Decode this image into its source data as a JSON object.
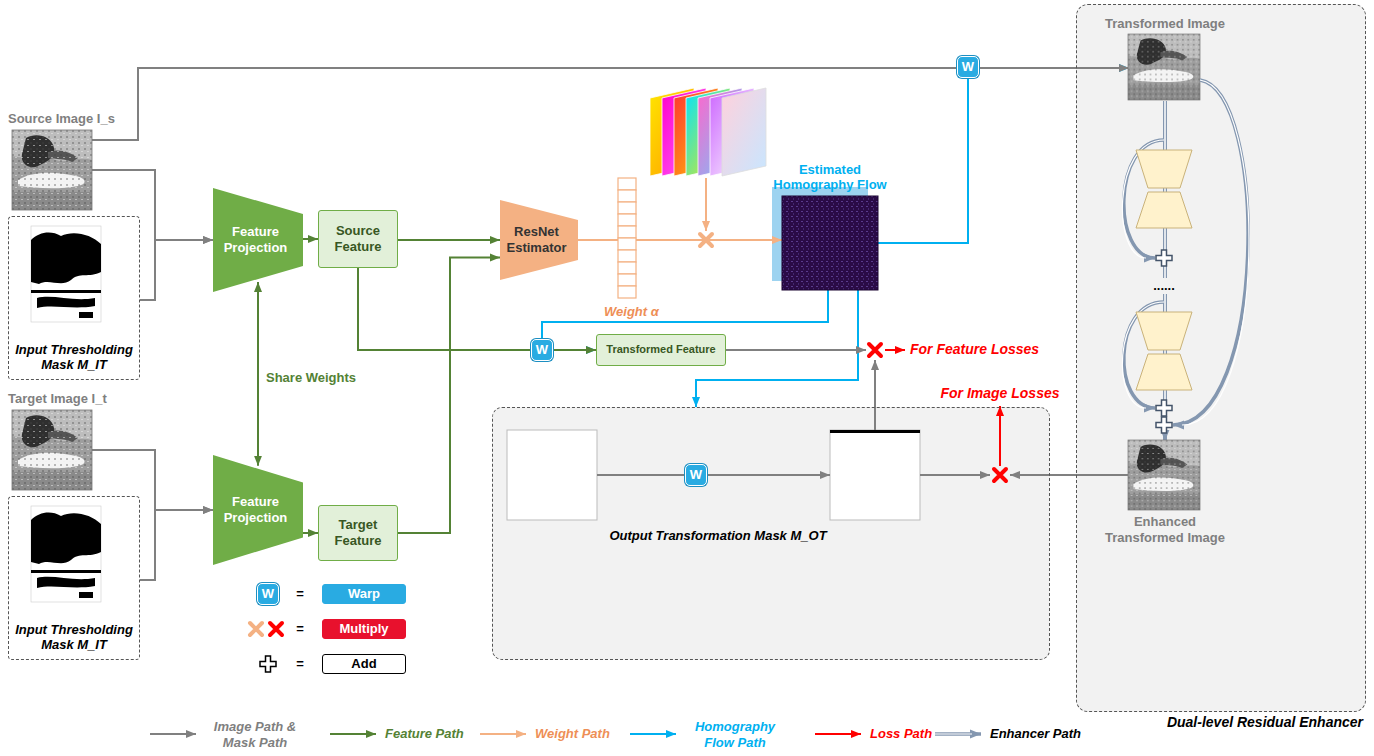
{
  "diagram": {
    "nodes": [
      {
        "text": [
          "Source Image I_s"
        ]
      },
      {
        "text": [
          "Input Thresholding Mask M_IT"
        ]
      },
      {
        "text": [
          "Target Image I_t"
        ]
      },
      {
        "text": [
          "Input Thresholding Mask M_IT"
        ]
      },
      {
        "text": [
          "Feature Projection"
        ]
      },
      {
        "text": [
          "Feature Projection"
        ]
      },
      {
        "text": [
          "Source Feature"
        ]
      },
      {
        "text": [
          "Target Feature"
        ]
      },
      {
        "text": [
          "ResNet Estimator"
        ]
      },
      {
        "text": [
          "Estimated Homography Flow"
        ]
      },
      {
        "text": [
          "Transformed Feature"
        ]
      },
      {
        "text": [
          "Output Transformation Mask M_OT"
        ]
      },
      {
        "text": [
          "Dual-level Residual Enhancer"
        ]
      },
      {
        "text": [
          "Transformed Image"
        ],
        "in": 12
      },
      {
        "text": [
          "Enhanced Transformed Image"
        ],
        "in": 12
      }
    ],
    "edges": [
      {
        "from": 0,
        "to": 4,
        "arrow": "to"
      },
      {
        "from": 1,
        "to": 4,
        "arrow": "to"
      },
      {
        "from": 2,
        "to": 5,
        "arrow": "to"
      },
      {
        "from": 3,
        "to": 5,
        "arrow": "to"
      },
      {
        "from": 4,
        "to": 6,
        "arrow": "to"
      },
      {
        "from": 5,
        "to": 7,
        "arrow": "to"
      },
      {
        "from": 6,
        "to": 8,
        "arrow": "to"
      },
      {
        "from": 7,
        "to": 8,
        "arrow": "to"
      },
      {
        "from": 8,
        "to": 9,
        "arrow": "to"
      },
      {
        "from": 9,
        "to": 10,
        "arrow": "to"
      },
      {
        "from": 6,
        "to": 10,
        "arrow": "to"
      },
      {
        "from": 0,
        "to": 13,
        "arrow": "to"
      },
      {
        "from": 9,
        "to": 13,
        "arrow": "to"
      },
      {
        "from": 9,
        "to": 11,
        "arrow": "to"
      },
      {
        "from": 13,
        "to": 14,
        "arrow": "to"
      },
      {
        "from": 4,
        "to": 5,
        "label": "Share Weights",
        "arrow": "both"
      }
    ],
    "labels": [
      "W",
      "Weight α",
      "W",
      "For Feature Losses",
      "For Image Losses",
      "W",
      "......",
      "W",
      "=",
      "=",
      "="
    ],
    "legend": [
      {
        "text": "Warp",
        "color": "#29abe2"
      },
      {
        "text": "Multiply",
        "color": "#e8112d"
      },
      {
        "text": "Add",
        "color": "#ffffff"
      },
      {
        "text": "Image Path & Mask Path"
      },
      {
        "text": "Feature Path"
      },
      {
        "text": "Weight Path"
      },
      {
        "text": "Homography Flow Path"
      },
      {
        "text": "Loss Path"
      },
      {
        "text": "Enhancer Path"
      }
    ]
  }
}
